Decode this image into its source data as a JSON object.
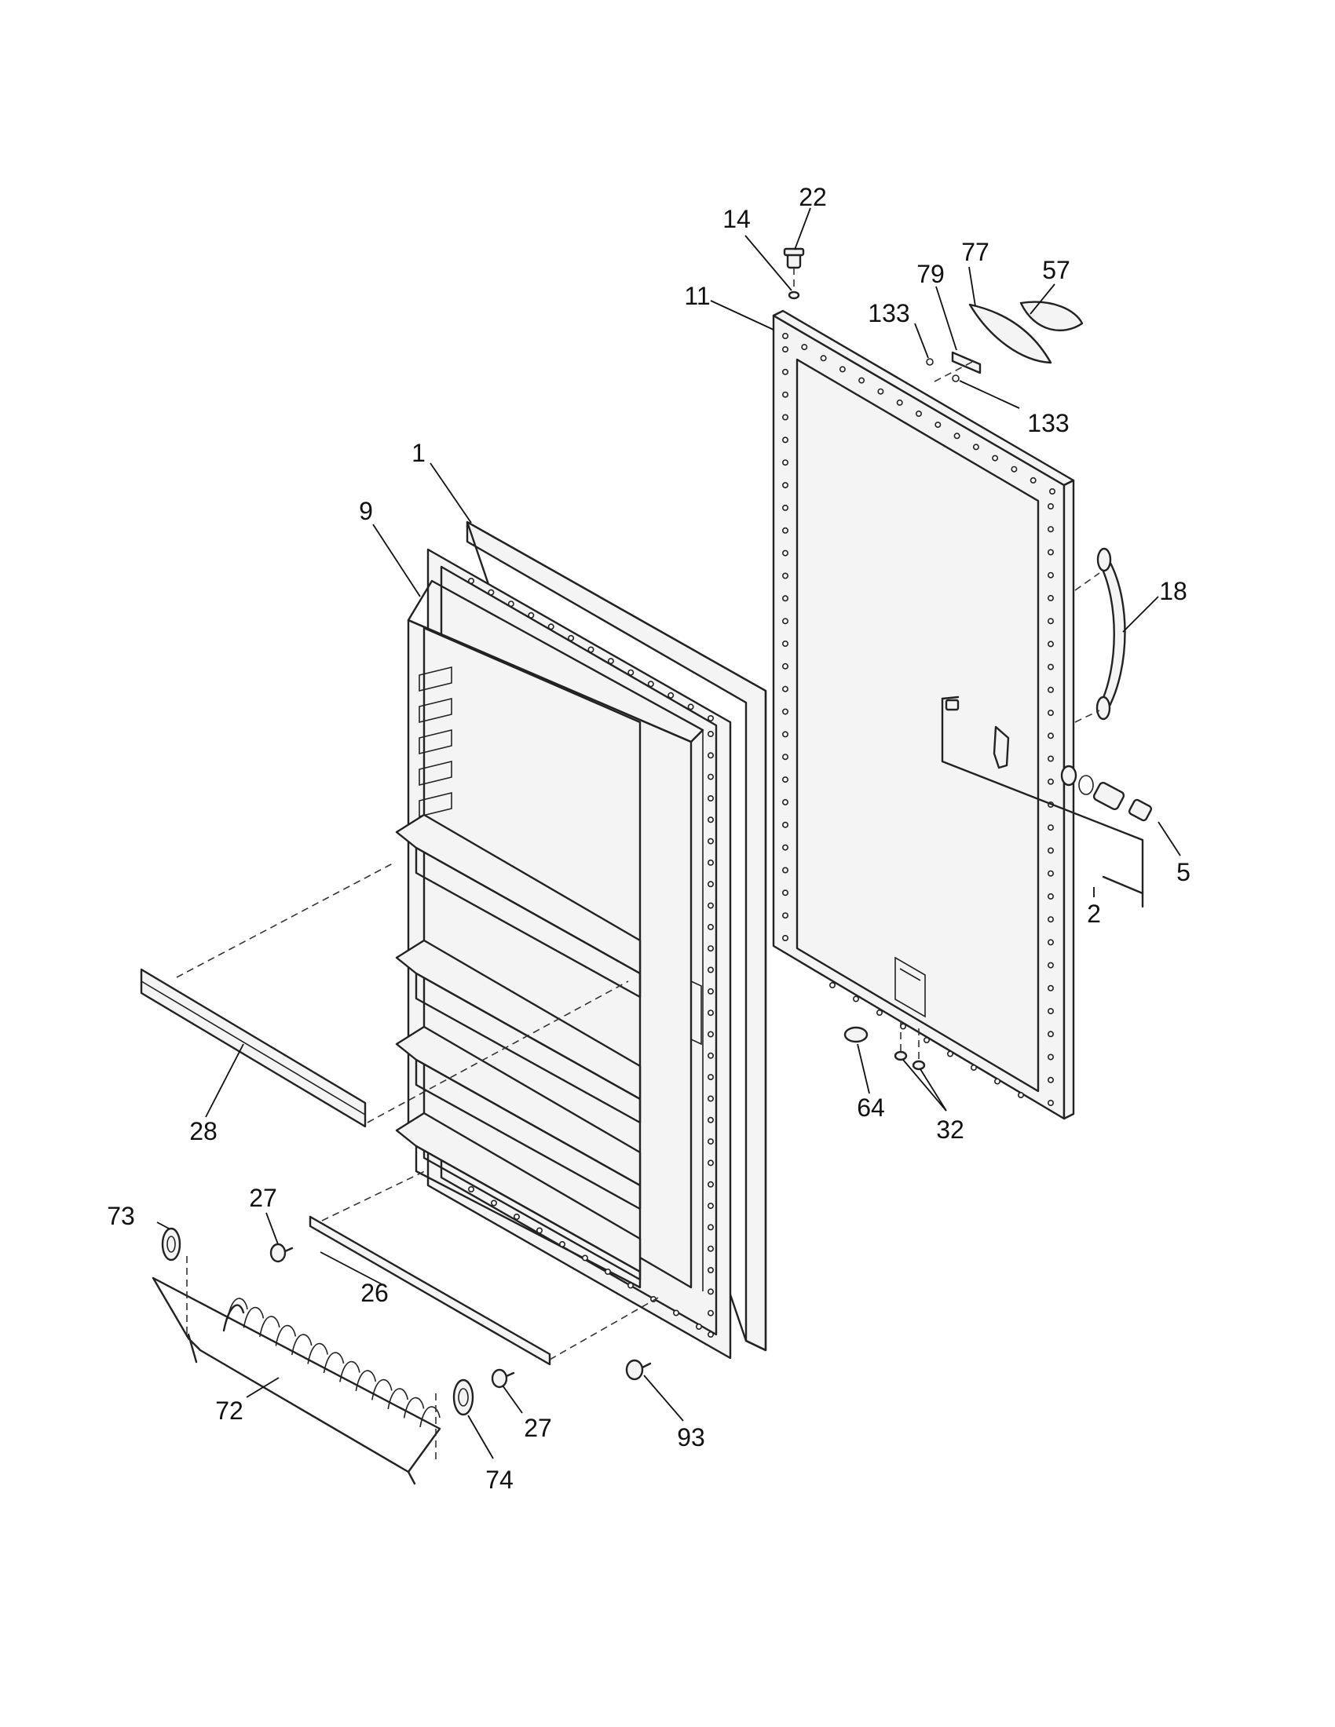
{
  "callouts": [
    {
      "id": "p1",
      "text": "1"
    },
    {
      "id": "p2",
      "text": "2"
    },
    {
      "id": "p5",
      "text": "5"
    },
    {
      "id": "p9",
      "text": "9"
    },
    {
      "id": "p11",
      "text": "11"
    },
    {
      "id": "p14",
      "text": "14"
    },
    {
      "id": "p18",
      "text": "18"
    },
    {
      "id": "p22",
      "text": "22"
    },
    {
      "id": "p26",
      "text": "26"
    },
    {
      "id": "p27a",
      "text": "27"
    },
    {
      "id": "p27b",
      "text": "27"
    },
    {
      "id": "p28",
      "text": "28"
    },
    {
      "id": "p32",
      "text": "32"
    },
    {
      "id": "p57",
      "text": "57"
    },
    {
      "id": "p64",
      "text": "64"
    },
    {
      "id": "p72",
      "text": "72"
    },
    {
      "id": "p73",
      "text": "73"
    },
    {
      "id": "p74",
      "text": "74"
    },
    {
      "id": "p77",
      "text": "77"
    },
    {
      "id": "p79",
      "text": "79"
    },
    {
      "id": "p93",
      "text": "93"
    },
    {
      "id": "p133a",
      "text": "133"
    },
    {
      "id": "p133b",
      "text": "133"
    }
  ]
}
